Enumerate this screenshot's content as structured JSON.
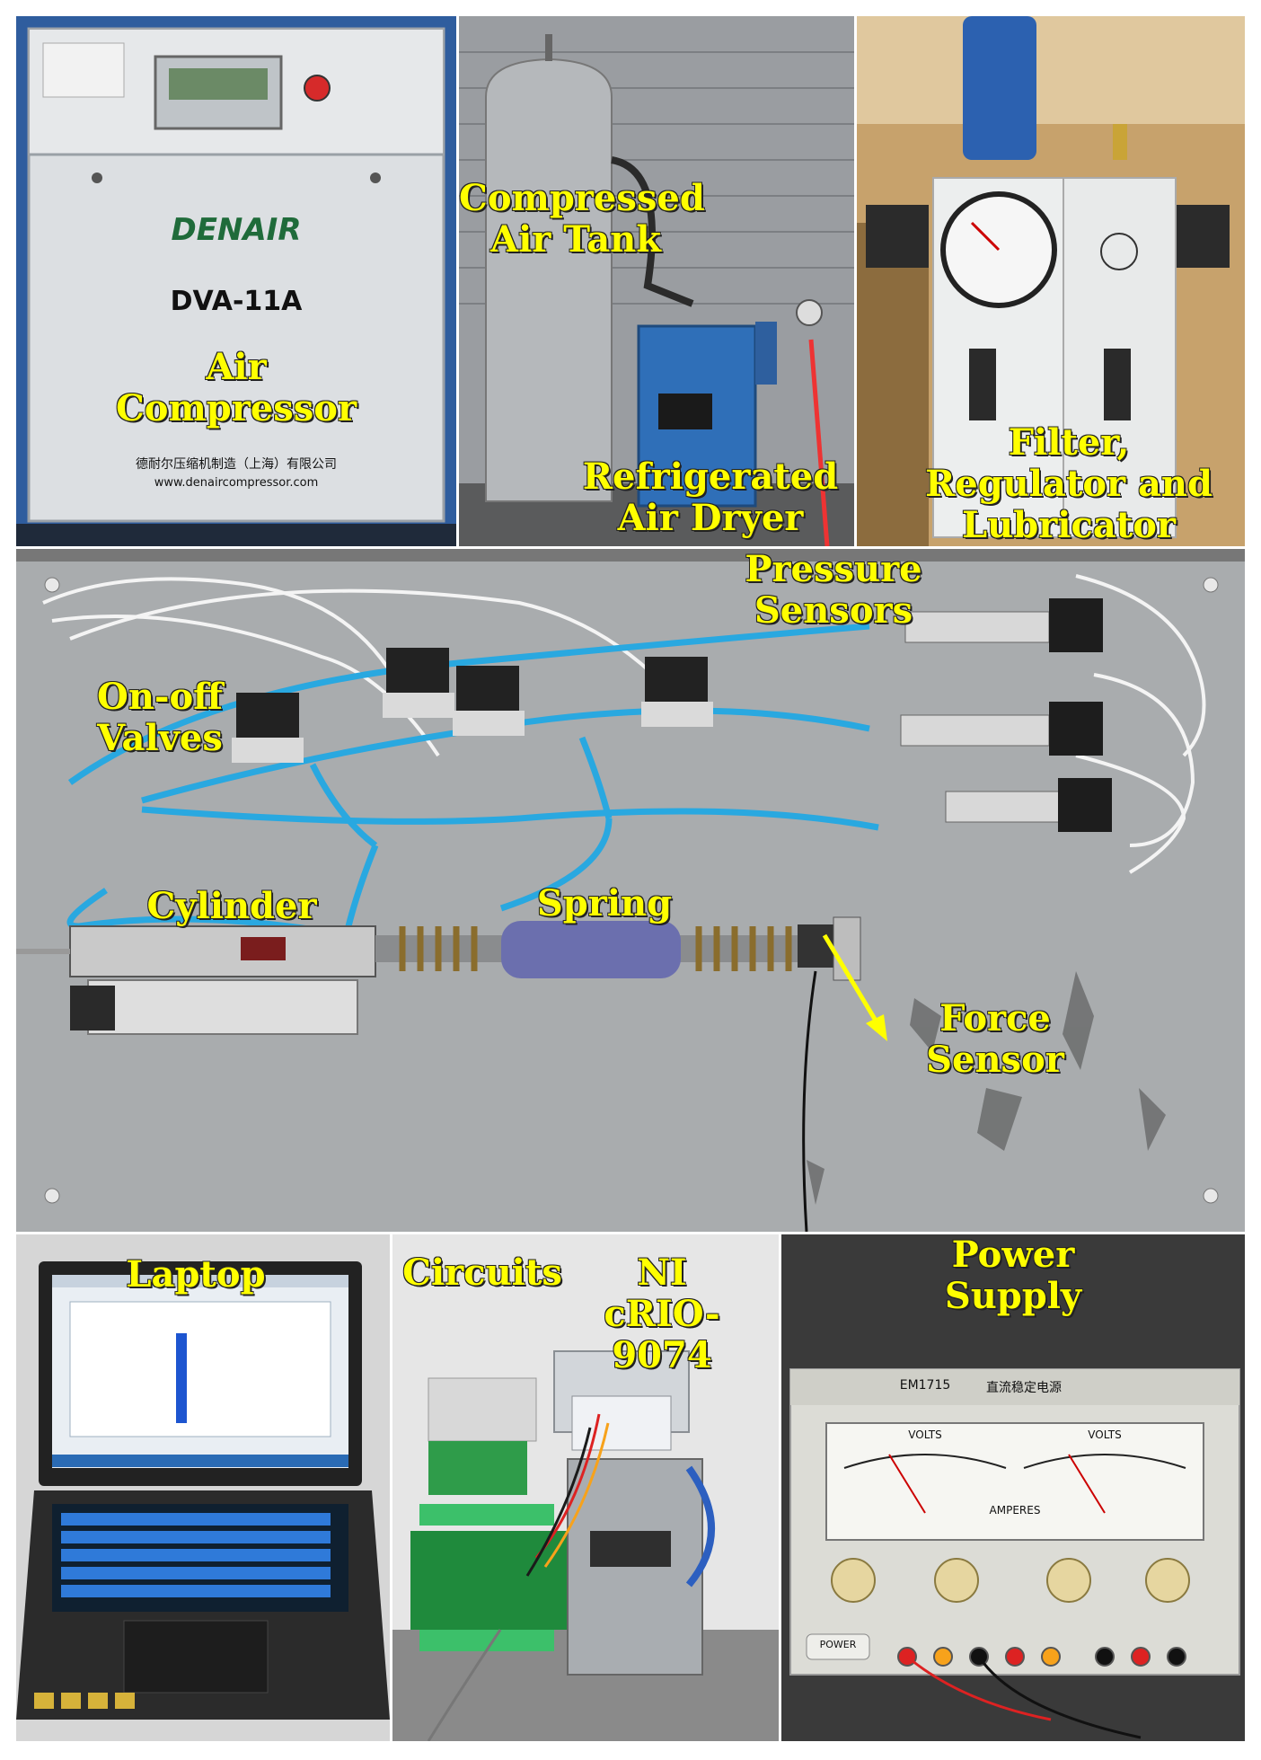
{
  "panels": {
    "compressor": {
      "brand": "DENAIR",
      "model": "DVA-11A",
      "maker": "德耐尔压缩机制造（上海）有限公司",
      "website": "www.denaircompressor.com",
      "label": "Air\nCompressor"
    },
    "tank": {
      "label_tank": "Compressed\nAir Tank",
      "label_dryer": "Refrigerated\nAir Dryer"
    },
    "frl": {
      "label": "Filter,\nRegulator and\nLubricator"
    },
    "bench": {
      "label_pressure": "Pressure\nSensors",
      "label_valves": "On-off\nValves",
      "label_cylinder": "Cylinder",
      "label_spring": "Spring",
      "label_force": "Force\nSensor"
    },
    "laptop": {
      "label": "Laptop"
    },
    "circuits": {
      "label_circuits": "Circuits",
      "label_ni": "NI\ncRIO-9074"
    },
    "power": {
      "label": "Power\nSupply",
      "model": "EM1715",
      "maker": "直流稳定电源",
      "volts_left": "VOLTS",
      "volts_right": "VOLTS",
      "amperes": "AMPERES",
      "power_btn": "POWER"
    }
  },
  "colors": {
    "label": "#ffff00",
    "tubing": "#29a8e0",
    "compressor_frame": "#2f5d9e"
  }
}
